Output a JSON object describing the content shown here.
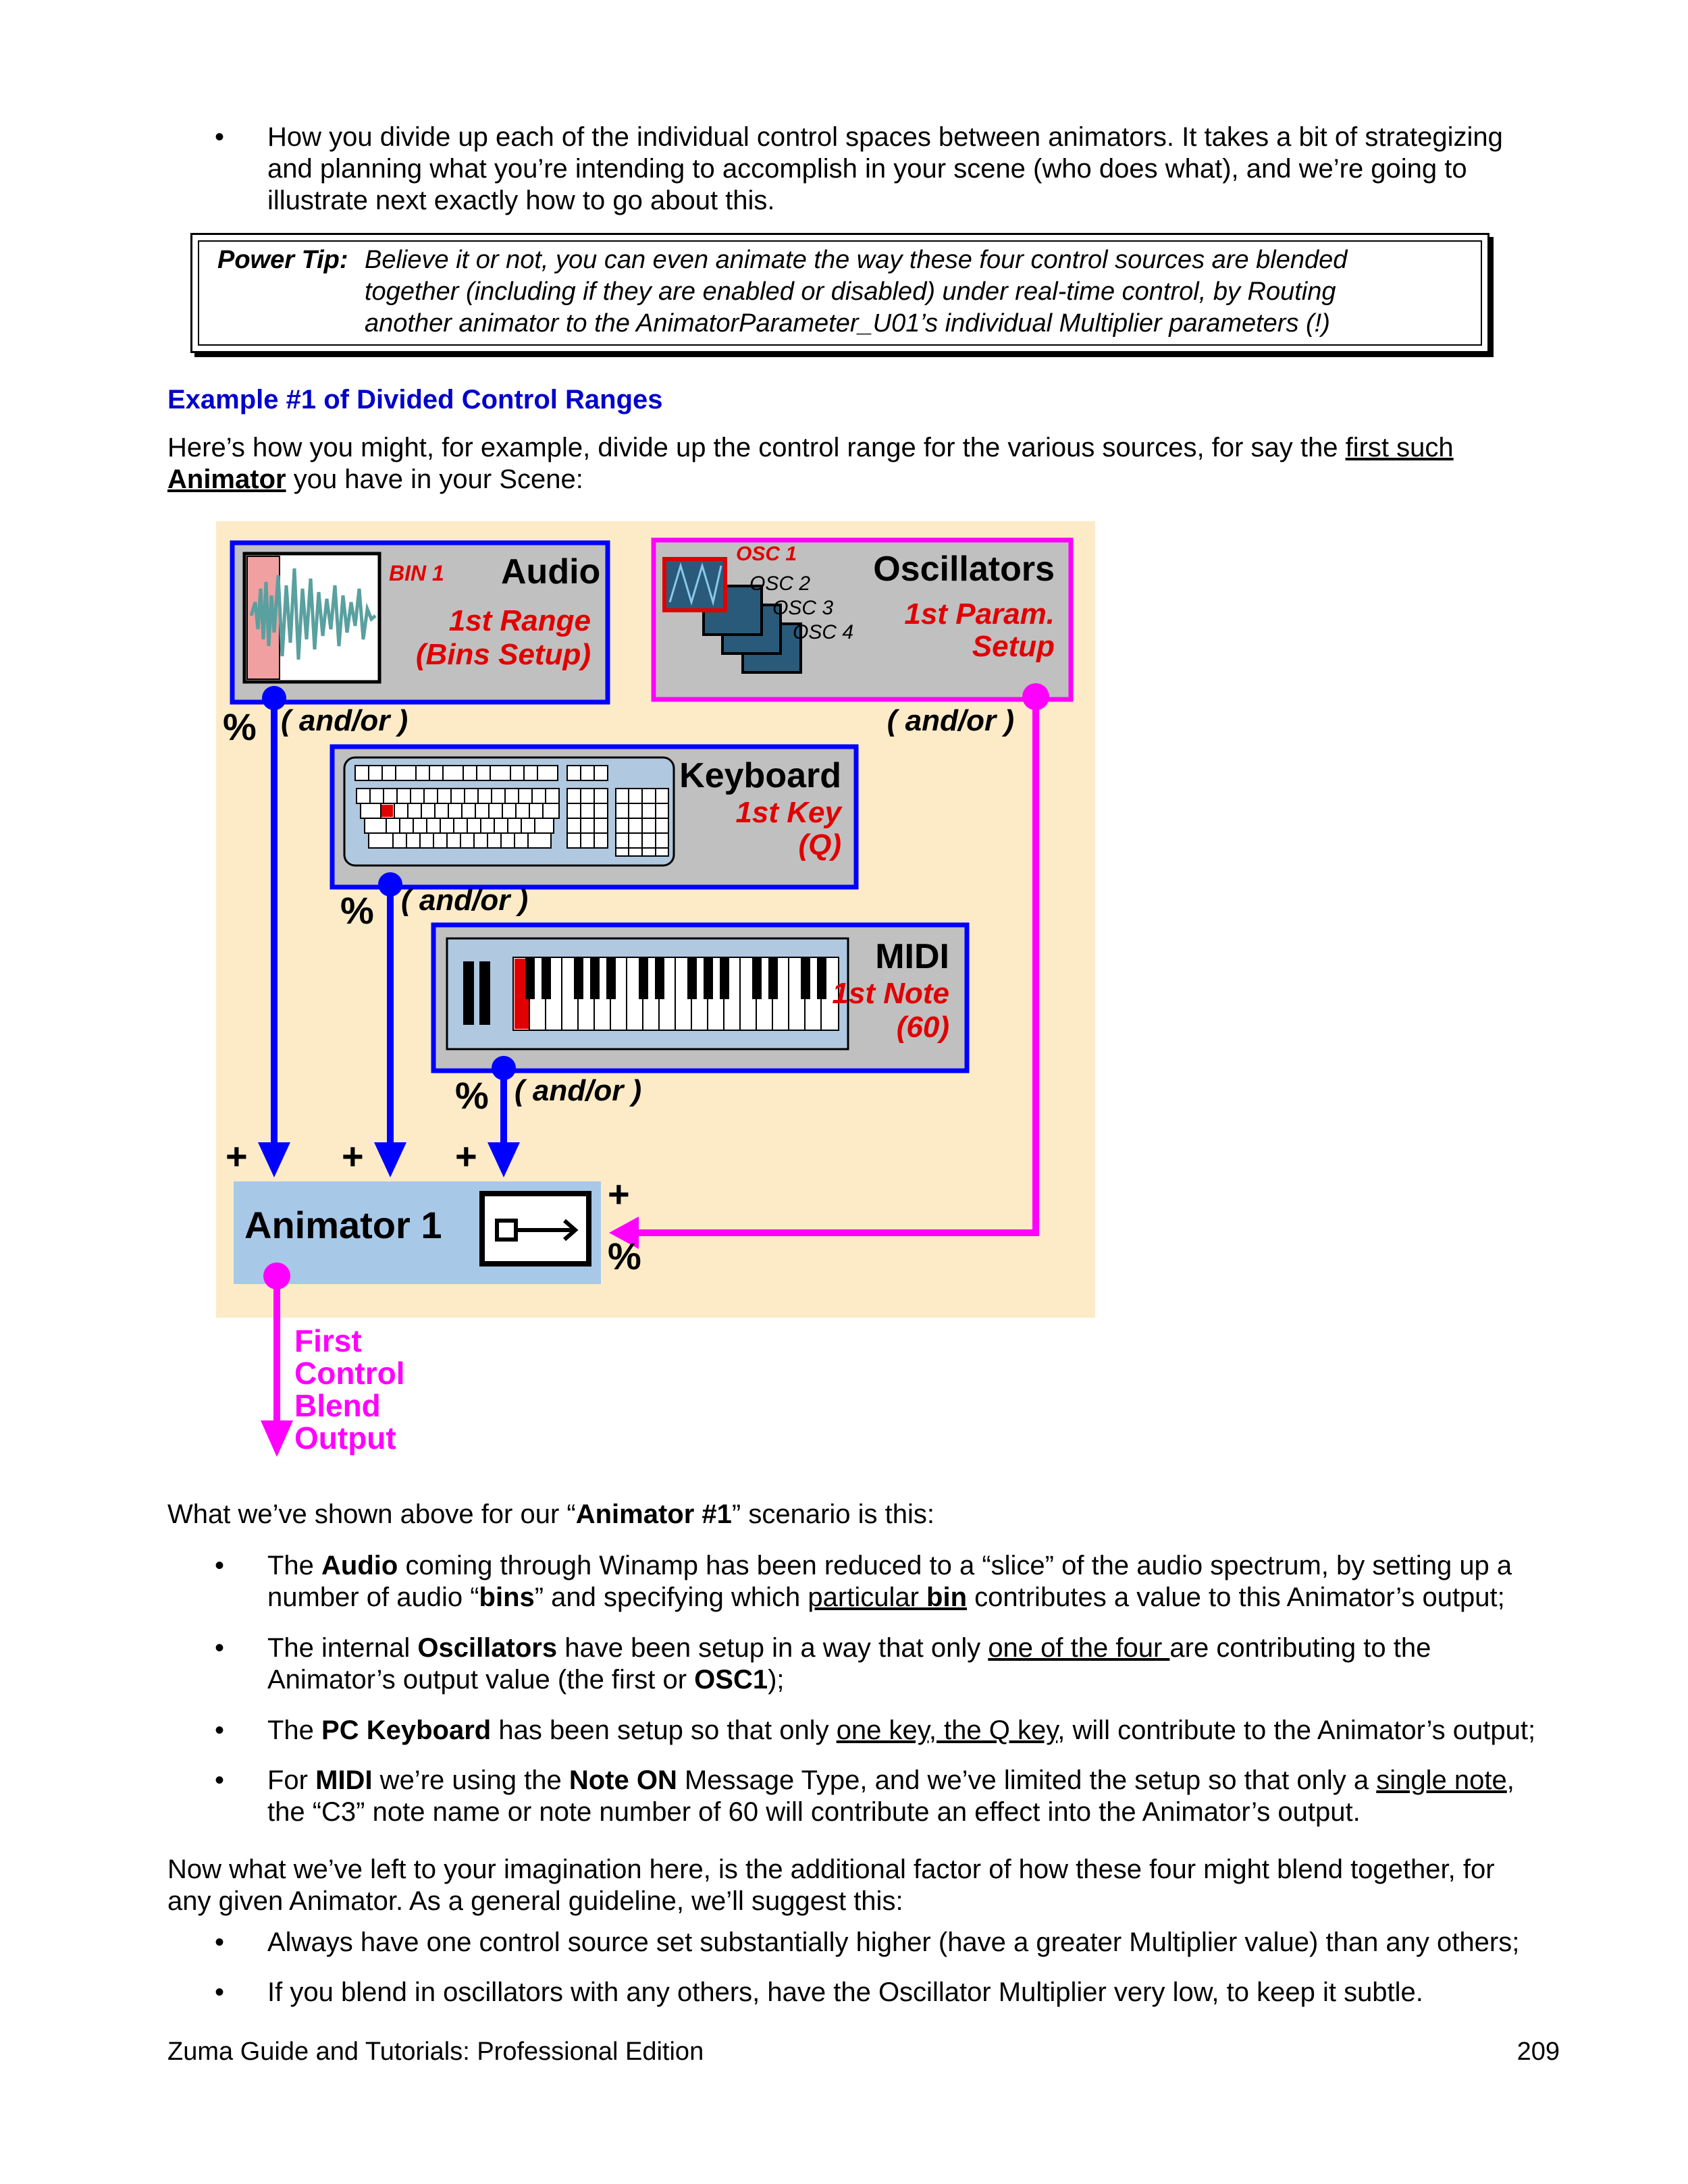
{
  "intro_bullet": {
    "line1": "How you divide up each of the individual control spaces between animators. It takes a bit of strategizing",
    "line2": "and planning what you’re intending to accomplish in your scene (who does what), and we’re going to",
    "line3": "illustrate next exactly how to go about this."
  },
  "power_tip": {
    "label": "Power Tip:",
    "line1": "Believe it or not, you can even animate the way these four control sources  are blended",
    "line2": "together (including if they are enabled or disabled) under real-time control, by Routing",
    "line3": "another animator to the AnimatorParameter_U01’s individual Multiplier parameters (!)"
  },
  "section_heading": "Example #1 of Divided Control Ranges",
  "intro_paragraph": {
    "line1": "Here’s how you might, for example, divide up the control range for the various sources, for say the ",
    "line1_underlined": "first such",
    "line2_bold": "Animator",
    "line2_rest": " you have in your Scene:"
  },
  "diagram": {
    "audio": {
      "bin_label": "BIN 1",
      "title": "Audio",
      "sub1": "1st Range",
      "sub2": "(Bins Setup)"
    },
    "oscillators": {
      "osc1": "OSC 1",
      "osc2": "OSC 2",
      "osc3": "OSC 3",
      "osc4": "OSC 4",
      "title": "Oscillators",
      "sub1": "1st Param.",
      "sub2": "Setup"
    },
    "keyboard": {
      "title": "Keyboard",
      "sub1": "1st Key",
      "sub2": "(Q)"
    },
    "midi": {
      "title": "MIDI",
      "sub1": "1st Note",
      "sub2": "(60)"
    },
    "andor": "( and/or )",
    "percent": "%",
    "plus": "+",
    "animator": "Animator 1",
    "output": [
      "First",
      "Control",
      "Blend",
      "Output"
    ],
    "colors": {
      "blue": "#0000ff",
      "magenta": "#ff00ff",
      "red": "#e00000",
      "panel": "#c0c0c0",
      "animator_bg": "#a8c8e8",
      "canvas": "#fdebc8"
    }
  },
  "summary_intro": {
    "pre": "What we’ve shown above for our “",
    "bold": "Animator #1",
    "post": "” scenario is this:"
  },
  "bullets": [
    {
      "t1": "The ",
      "b1": "Audio",
      "t2": " coming through Winamp has been reduced to a “slice” of the audio spectrum, by setting up a",
      "t3": "number of audio “",
      "b2": "bins",
      "t4": "” and specifying which ",
      "u1": "particular ",
      "ub": "bin",
      "t5": " contributes a value to this Animator’s output;"
    },
    {
      "t1": "The internal ",
      "b1": "Oscillators",
      "t2": " have been setup in a way that only ",
      "u1": "one of the four ",
      "t3": "are contributing to the",
      "t4": "Animator’s output value (the first or ",
      "b2": "OSC1",
      "t5": ");"
    },
    {
      "t1": "The ",
      "b1": "PC Keyboard",
      "t2": " has been setup so that only ",
      "u1": "one key, the Q key",
      "t3": ", will contribute to the Animator’s output;"
    },
    {
      "t1": "For ",
      "b1": "MIDI",
      "t2": " we’re using the ",
      "b2": "Note ON",
      "t3": " Message Type, and we’ve limited the setup so that only a ",
      "u1": "single note",
      "t4": ",",
      "t5": "the “C3” note name or note number of 60 will contribute an effect into the Animator’s output."
    }
  ],
  "closing_paragraph": {
    "line1": "Now what we’ve left to your imagination here, is the additional factor of how these four might blend together, for",
    "line2": "any given Animator. As a general guideline, we’ll suggest this:"
  },
  "guidelines": [
    "Always have one control source set substantially higher (have a greater Multiplier value) than any others;",
    "If you blend in oscillators with any others, have the Oscillator Multiplier very low, to keep it subtle."
  ],
  "footer": {
    "left": "Zuma Guide and Tutorials: Professional Edition",
    "page_number": "209"
  }
}
